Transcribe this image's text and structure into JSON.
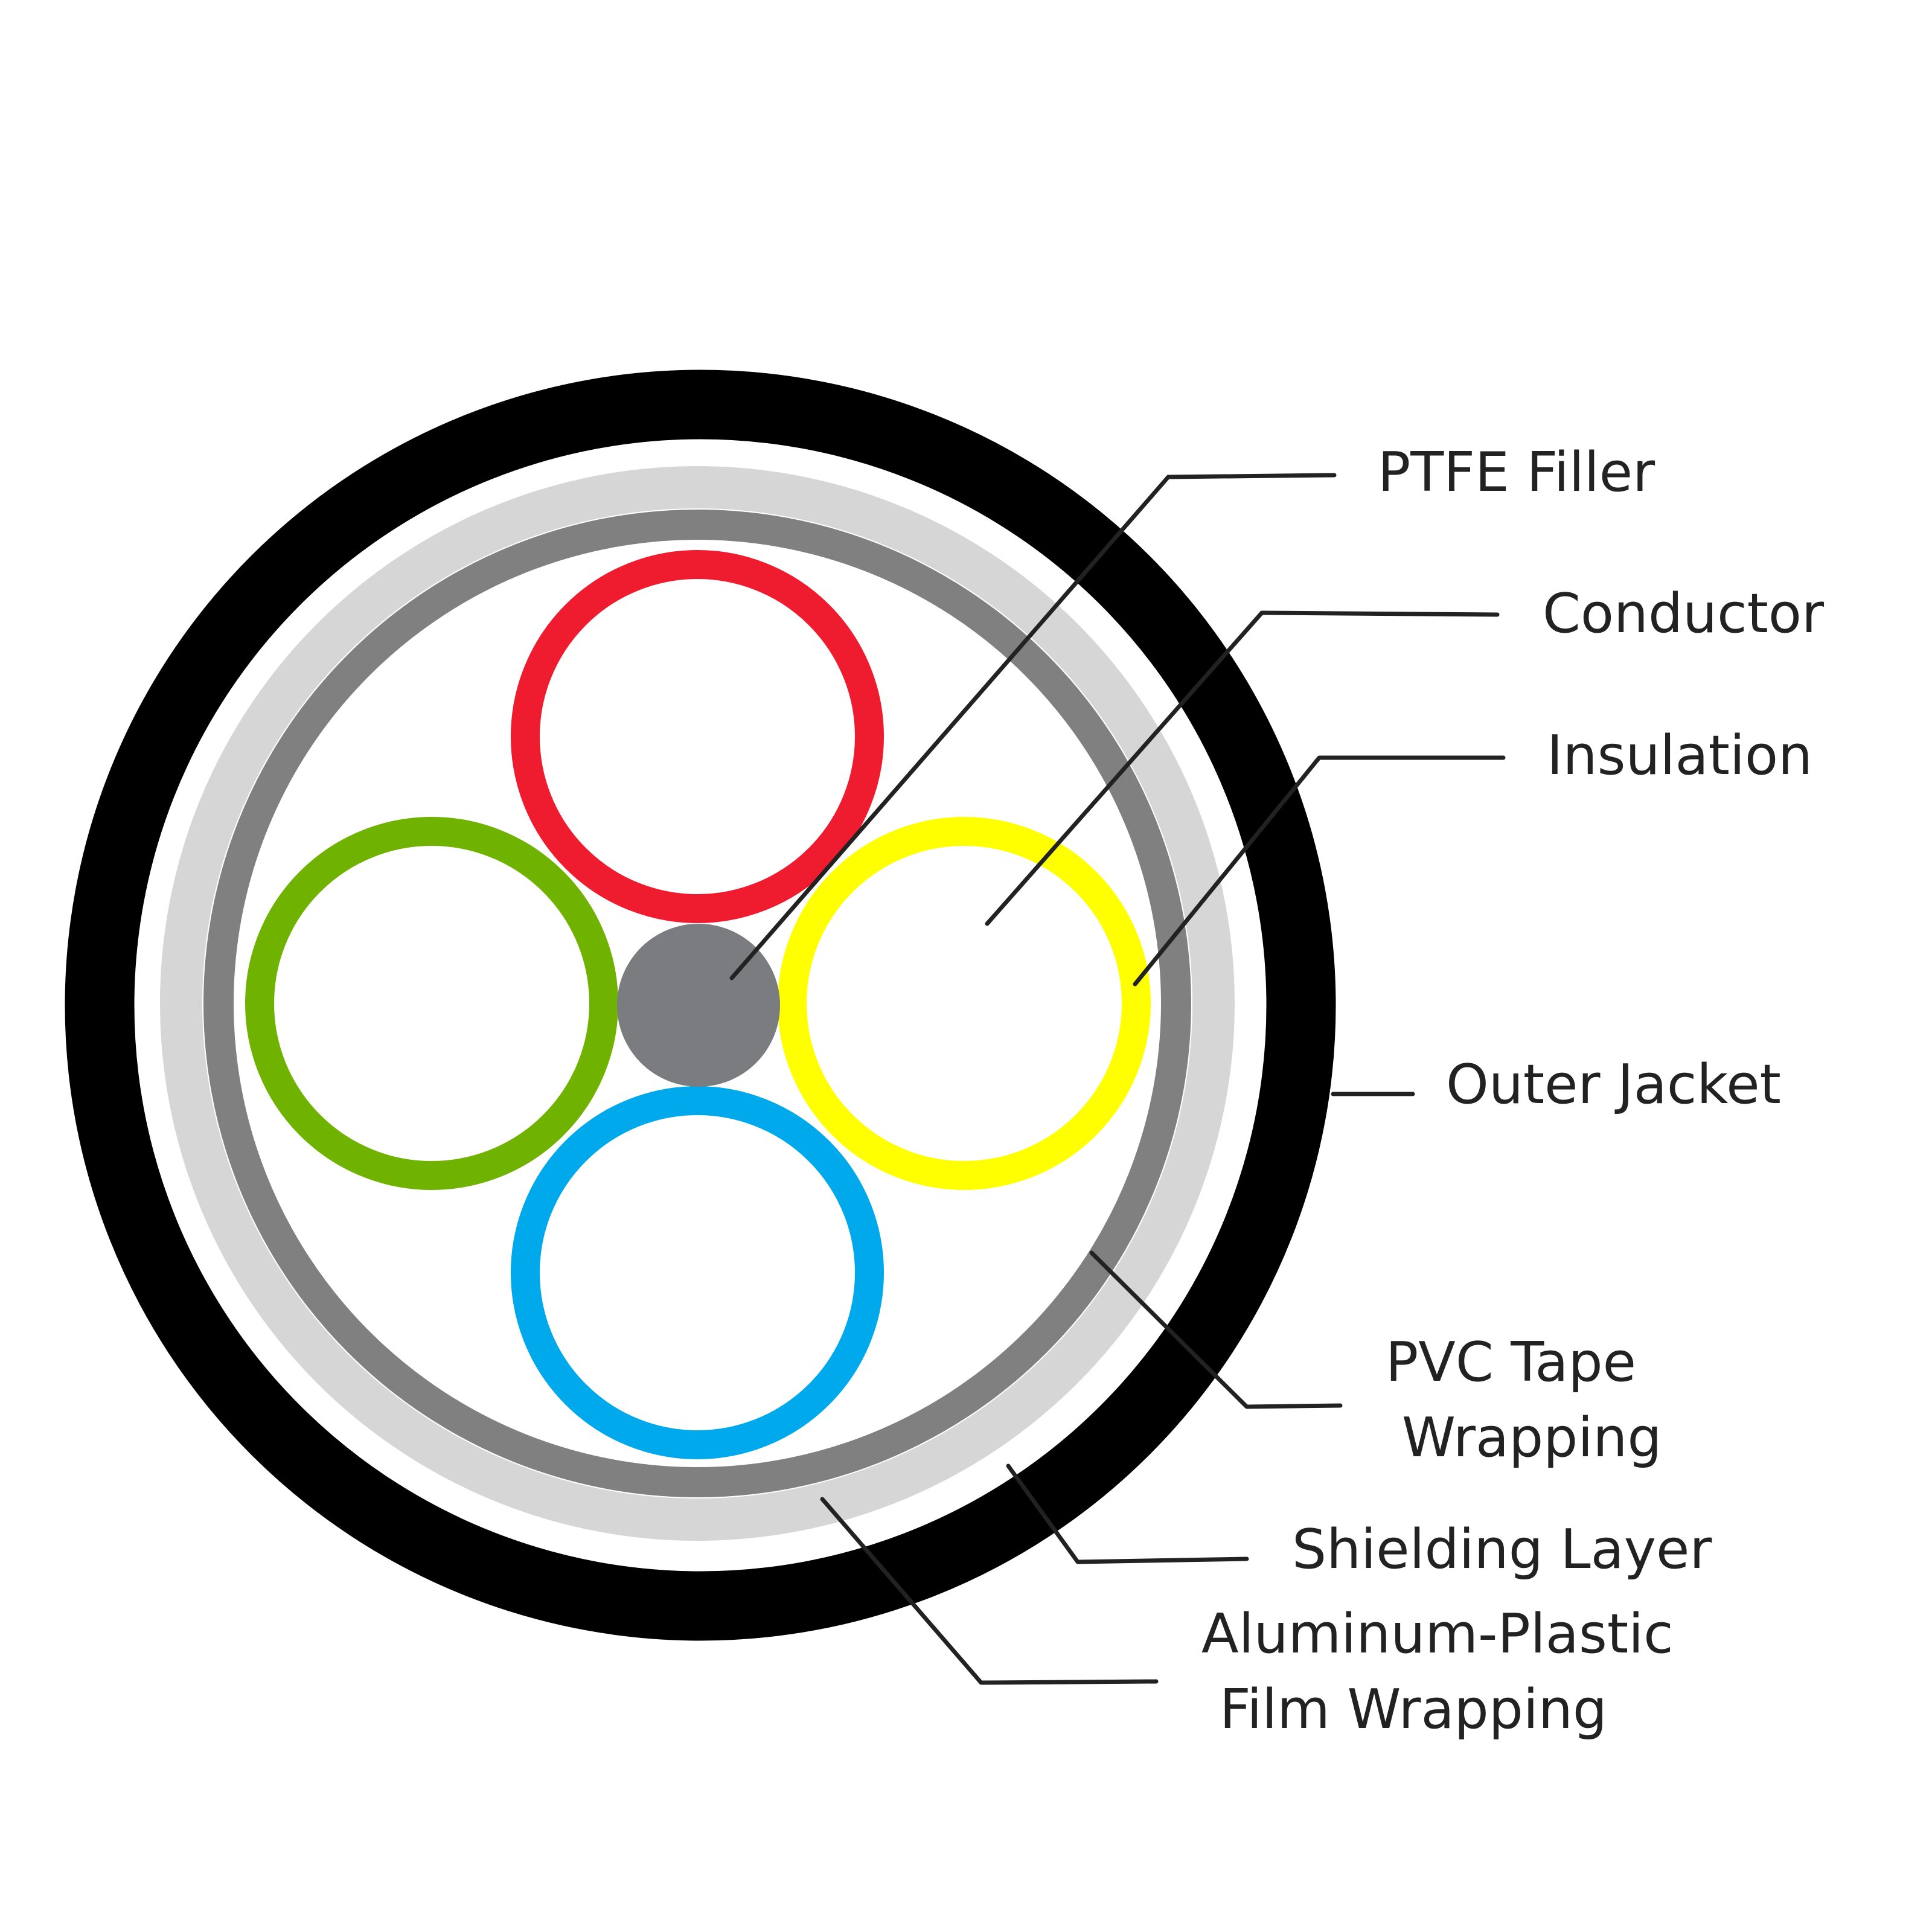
{
  "colors": {
    "outer_jacket": "#000000",
    "aluminum_plastic_film": "#d6d6d6",
    "shielding_layer": "#ffffff",
    "pvc_tape": "#808080",
    "ptfe_filler": "#7a7c80",
    "insulation_red": "#ee1c2e",
    "insulation_yellow": "#ffff00",
    "insulation_blue": "#00a8ec",
    "insulation_green": "#6fb300",
    "conductor_fill": "#ffffff",
    "leader_line": "#222222",
    "label_text": "#222222"
  },
  "labels": {
    "ptfe_filler": "PTFE Filler",
    "conductor": "Conductor",
    "insulation": "Insulation",
    "outer_jacket": "Outer Jacket",
    "pvc_tape_line1": "PVC Tape",
    "pvc_tape_line2": "Wrapping",
    "shielding_layer": "Shielding Layer",
    "aluminum_line1": "Aluminum-Plastic",
    "aluminum_line2": "Film Wrapping"
  }
}
